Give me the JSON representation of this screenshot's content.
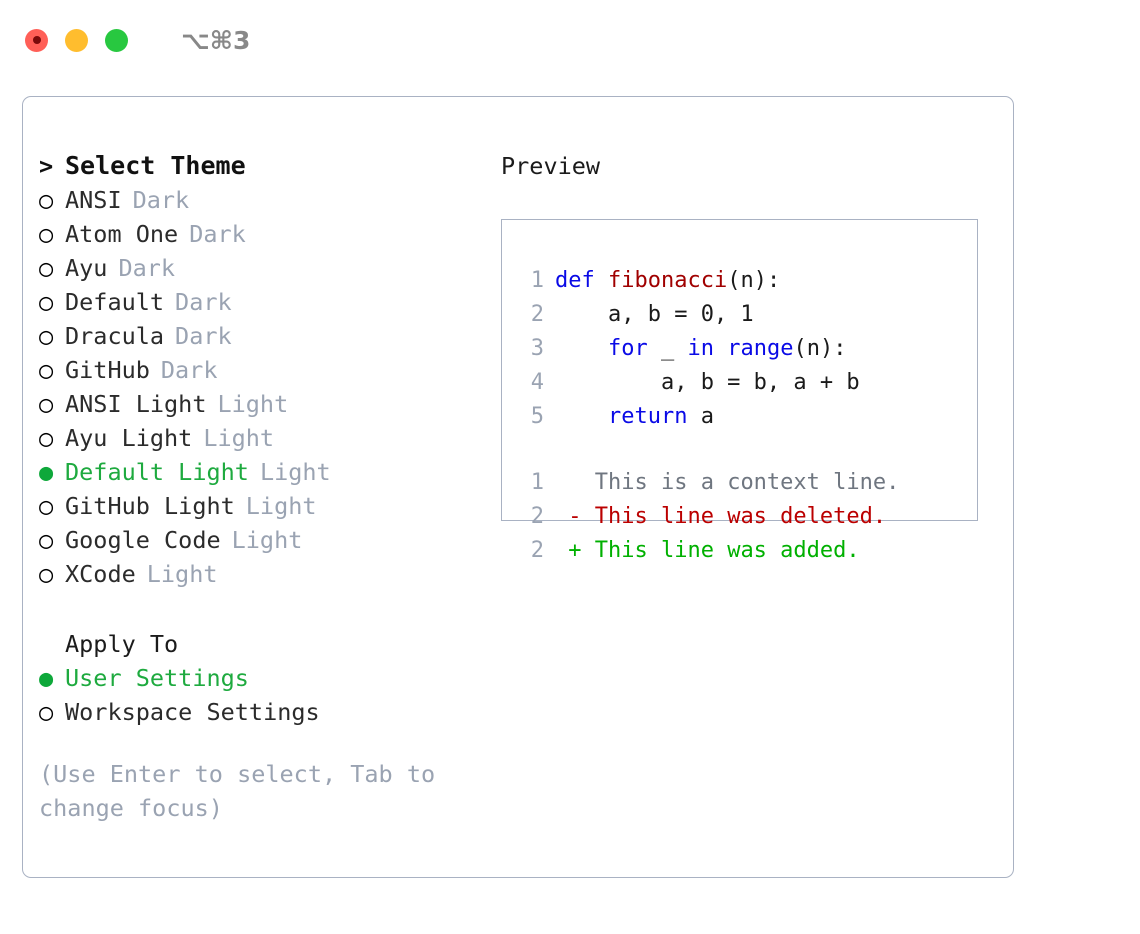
{
  "titlebar": {
    "shortcut": "⌥⌘3",
    "buttons": [
      {
        "name": "close",
        "color": "#ff5f57"
      },
      {
        "name": "minimize",
        "color": "#ffbd2e"
      },
      {
        "name": "zoom",
        "color": "#28c840"
      }
    ]
  },
  "colors": {
    "accent_green": "#1eaa3f",
    "muted_gray": "#9aa3b2",
    "border": "#a9b2c3",
    "keyword_blue": "#0a0ae6",
    "function_red": "#a00000",
    "diff_delete": "#bb0000",
    "diff_add": "#00b000"
  },
  "theme_list": {
    "header_prefix": ">",
    "header": "Select Theme",
    "bullet_selected": "●",
    "bullet_unselected": "○",
    "items": [
      {
        "name": "ANSI",
        "variant": "Dark",
        "selected": false
      },
      {
        "name": "Atom One",
        "variant": "Dark",
        "selected": false
      },
      {
        "name": "Ayu",
        "variant": "Dark",
        "selected": false
      },
      {
        "name": "Default",
        "variant": "Dark",
        "selected": false
      },
      {
        "name": "Dracula",
        "variant": "Dark",
        "selected": false
      },
      {
        "name": "GitHub",
        "variant": "Dark",
        "selected": false
      },
      {
        "name": "ANSI Light",
        "variant": "Light",
        "selected": false
      },
      {
        "name": "Ayu Light",
        "variant": "Light",
        "selected": false
      },
      {
        "name": "Default Light",
        "variant": "Light",
        "selected": true
      },
      {
        "name": "GitHub Light",
        "variant": "Light",
        "selected": false
      },
      {
        "name": "Google Code",
        "variant": "Light",
        "selected": false
      },
      {
        "name": "XCode",
        "variant": "Light",
        "selected": false
      }
    ]
  },
  "apply_to": {
    "title": "Apply To",
    "items": [
      {
        "name": "User Settings",
        "selected": true
      },
      {
        "name": "Workspace Settings",
        "selected": false
      }
    ]
  },
  "hint": "(Use Enter to select, Tab to change focus)",
  "preview": {
    "title": "Preview",
    "code": [
      {
        "lineno": "1",
        "tokens": [
          {
            "t": "def ",
            "c": "kw"
          },
          {
            "t": "fibonacci",
            "c": "fn"
          },
          {
            "t": "(n):",
            "c": "pl"
          }
        ]
      },
      {
        "lineno": "2",
        "tokens": [
          {
            "t": "    a, b = 0, 1",
            "c": "pl"
          }
        ]
      },
      {
        "lineno": "3",
        "tokens": [
          {
            "t": "    ",
            "c": "pl"
          },
          {
            "t": "for",
            "c": "kw"
          },
          {
            "t": " _ ",
            "c": "pl"
          },
          {
            "t": "in",
            "c": "kw"
          },
          {
            "t": " ",
            "c": "pl"
          },
          {
            "t": "range",
            "c": "kw"
          },
          {
            "t": "(n):",
            "c": "pl"
          }
        ]
      },
      {
        "lineno": "4",
        "tokens": [
          {
            "t": "        a, b = b, a + b",
            "c": "pl"
          }
        ]
      },
      {
        "lineno": "5",
        "tokens": [
          {
            "t": "    ",
            "c": "pl"
          },
          {
            "t": "return",
            "c": "kw"
          },
          {
            "t": " a",
            "c": "pl"
          }
        ]
      }
    ],
    "diff": [
      {
        "lineno": "1",
        "marker": " ",
        "text": " This is a context line.",
        "kind": "ctx"
      },
      {
        "lineno": "2",
        "marker": "-",
        "text": " This line was deleted.",
        "kind": "del"
      },
      {
        "lineno": "2",
        "marker": "+",
        "text": " This line was added.",
        "kind": "add"
      }
    ]
  }
}
